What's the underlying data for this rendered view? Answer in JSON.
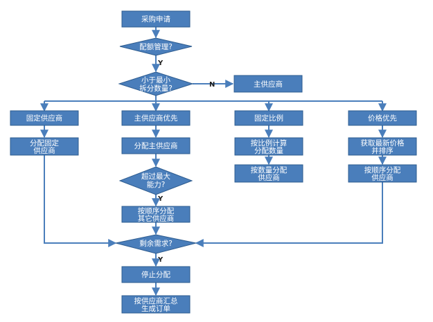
{
  "nodes": {
    "purchase_request": "采购申请",
    "quota_mgmt": "配额管理?",
    "less_than_min_split_line1": "小于最小",
    "less_than_min_split_line2": "拆分数量?",
    "main_supplier_right": "主供应商",
    "fixed_supplier": "固定供应商",
    "main_supplier_first": "主供应商优先",
    "fixed_ratio": "固定比例",
    "price_first": "价格优先",
    "assign_fixed_supplier_line1": "分配固定",
    "assign_fixed_supplier_line2": "供应商",
    "assign_main_supplier": "分配主供应商",
    "calc_by_ratio_line1": "按比例计算",
    "calc_by_ratio_line2": "分配数量",
    "get_latest_price_line1": "获取最新价格",
    "get_latest_price_line2": "并排序",
    "exceed_max_capacity_line1": "超过最大",
    "exceed_max_capacity_line2": "能力?",
    "assign_by_qty_line1": "按数量分配",
    "assign_by_qty_line2": "供应商",
    "assign_in_order_right_line1": "按顺序分配",
    "assign_in_order_right_line2": "供应商",
    "assign_others_in_order_line1": "按顺序分配",
    "assign_others_in_order_line2": "其它供应商",
    "remaining_demand": "剩余需求?",
    "stop_assign": "停止分配",
    "summarize_line1": "按供应商汇总",
    "summarize_line2": "生成订单"
  },
  "edge_labels": {
    "yes_1": "Y",
    "no_1": "N",
    "yes_2": "Y",
    "yes_3": "Y"
  },
  "colors": {
    "node_fill": "#4a7ebb",
    "node_border": "#2e5c8f",
    "connector": "#4a7ebb",
    "text": "#ffffff"
  }
}
